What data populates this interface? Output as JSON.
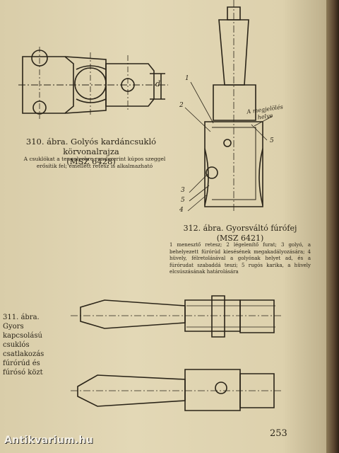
{
  "fig310": {
    "caption_line1": "310. ábra. Golyós kardáncsukló körvonalrajza",
    "caption_line2": "(MSZ 6428)",
    "description_line1": "A csuklókat a tengelyekre rendszerint kúpos szeggel",
    "description_line2": "erősítik fel; emellett retesz is alkalmazható",
    "dimension_label": "d"
  },
  "fig312": {
    "caption_line1": "312. ábra. Gyorsváltó fúrófej",
    "caption_line2": "(MSZ 6421)",
    "description": "1 menesztő retesz; 2 légelenítő furat; 3 golyó, a behelyezett fúrórúd kiesésének megakadályozására; 4 hüvely, félretolásával a golyónak helyet ad, és a fúrórudat szabaddá teszi; 5 rugós karika, a hüvely elcsúszásának határolására",
    "callout_1": "1",
    "callout_2": "2",
    "callout_3": "3",
    "callout_4": "4",
    "callout_5a": "5",
    "callout_5b": "5",
    "annotation_line1": "A megjelölés",
    "annotation_line2": "helye"
  },
  "fig311": {
    "caption_lines": [
      "311. ábra. Gyors",
      "kapcsolású",
      "csuklós",
      "csatlakozás",
      "fúrórúd és",
      "fúrósó közt"
    ]
  },
  "page_number": "253",
  "watermark": "Antikvarium.hu"
}
